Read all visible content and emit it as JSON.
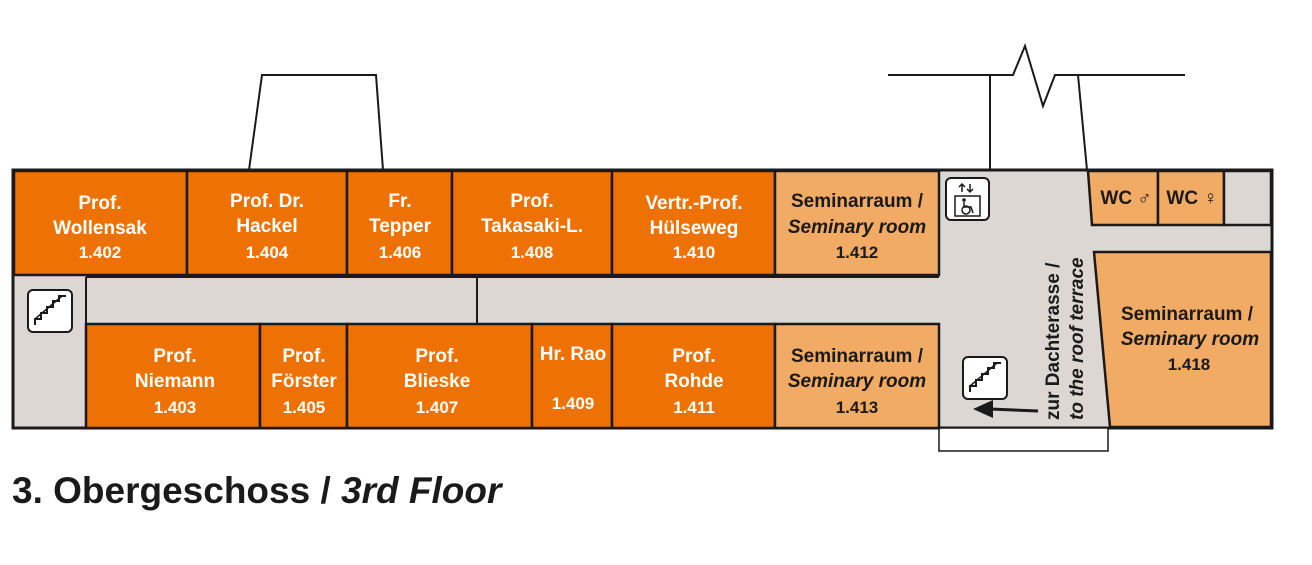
{
  "colors": {
    "office": "#ee7203",
    "seminar": "#f2ab65",
    "corridor": "#ddd7d4",
    "line": "#1a1a1a"
  },
  "rooms_top": [
    {
      "line1": "Prof.",
      "line2": "Wollensak",
      "number": "1.402"
    },
    {
      "line1": "Prof. Dr.",
      "line2": "Hackel",
      "number": "1.404"
    },
    {
      "line1": "Fr.",
      "line2": "Tepper",
      "number": "1.406"
    },
    {
      "line1": "Prof.",
      "line2": "Takasaki-L.",
      "number": "1.408"
    },
    {
      "line1": "Vertr.-Prof.",
      "line2": "Hülseweg",
      "number": "1.410"
    }
  ],
  "rooms_bottom": [
    {
      "line1": "Prof.",
      "line2": "Niemann",
      "number": "1.403"
    },
    {
      "line1": "Prof.",
      "line2": "Förster",
      "number": "1.405"
    },
    {
      "line1": "Prof.",
      "line2": "Blieske",
      "number": "1.407"
    },
    {
      "line1": "Hr. Rao",
      "line2": "",
      "number": "1.409"
    },
    {
      "line1": "Prof.",
      "line2": "Rohde",
      "number": "1.411"
    }
  ],
  "seminar_rooms": [
    {
      "de": "Seminarraum /",
      "en": "Seminary room",
      "number": "1.412"
    },
    {
      "de": "Seminarraum /",
      "en": "Seminary room",
      "number": "1.413"
    },
    {
      "de": "Seminarraum /",
      "en": "Seminary room",
      "number": "1.418"
    }
  ],
  "wc": {
    "men": "WC ♂",
    "women": "WC ♀"
  },
  "terrace_label": {
    "de": "zur Dachterasse /",
    "en": "to the roof terrace"
  },
  "icons": {
    "stairs": "stairs-icon",
    "elevator": "wheelchair-elevator-icon",
    "arrow": "arrow-left-icon"
  },
  "floor_title": {
    "de": "3. Obergeschoss / ",
    "en": "3rd Floor"
  }
}
